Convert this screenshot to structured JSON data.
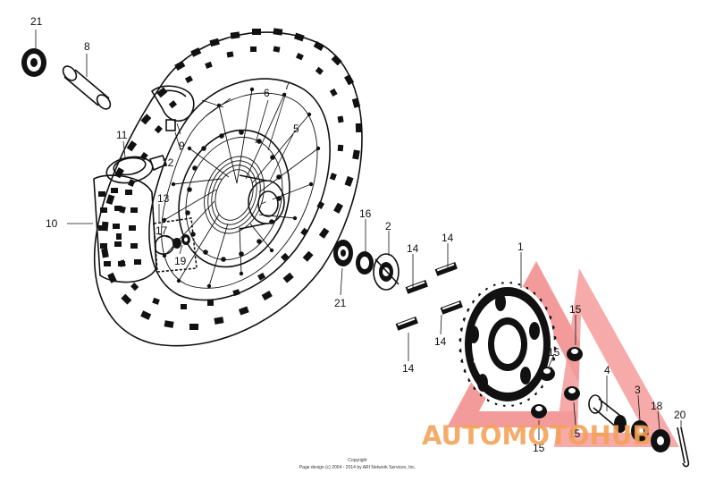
{
  "callouts": {
    "c21a": "21",
    "c8": "8",
    "c9": "9",
    "c12": "12",
    "c6": "6",
    "c7": "7",
    "c5": "5",
    "c11": "11",
    "c13": "13",
    "c10": "10",
    "c17": "17",
    "c19": "19",
    "c16": "16",
    "c2": "2",
    "c14a": "14",
    "c14b": "14",
    "c14c": "14",
    "c14d": "14",
    "c21b": "21",
    "c1": "1",
    "c15a": "15",
    "c15b": "15",
    "c15c": "15",
    "c15d": "15",
    "c4": "4",
    "c3": "3",
    "c18": "18",
    "c20": "20"
  },
  "copyright": {
    "line1": "Copyright",
    "line2": "Page design (c) 2004 - 2014 by ARI Network Services, Inc."
  },
  "watermark": {
    "part1": "AUTO",
    "part2": "MOTO",
    "part3": "HUB",
    "color_main": "#f5a25a",
    "color_mark": "#f28a8a"
  }
}
